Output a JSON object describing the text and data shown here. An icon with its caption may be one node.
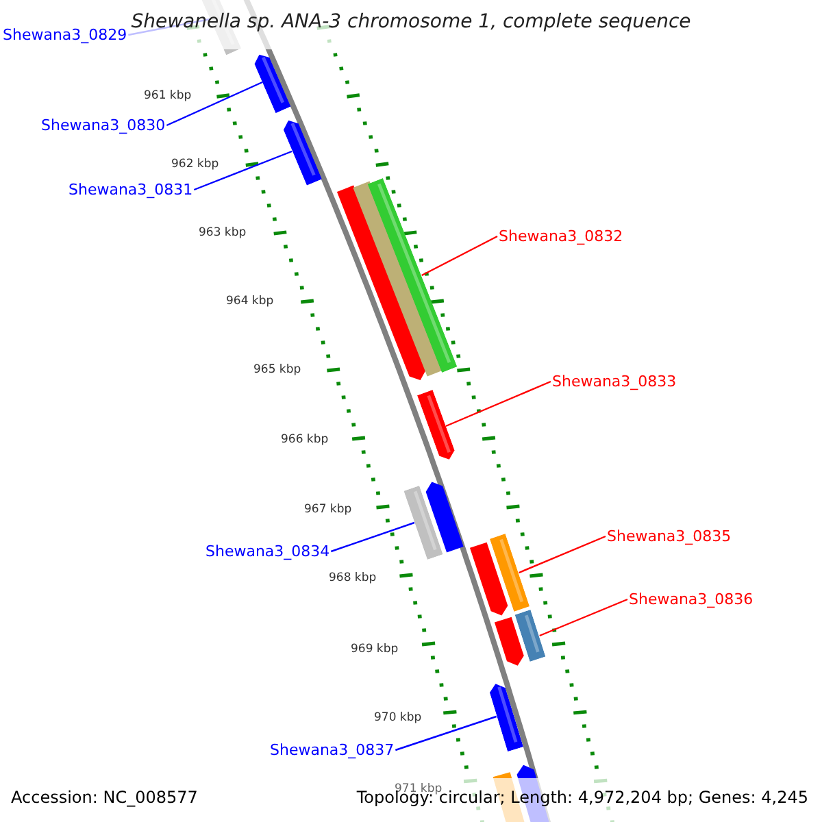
{
  "diagram": {
    "title": "Shewanella sp. ANA-3 chromosome 1, complete sequence",
    "nodes": [
      {
        "text": [
          "Shewana3_0829"
        ]
      },
      {
        "text": [],
        "shape": "bar"
      },
      {
        "text": [
          "Shewana3_0830"
        ]
      },
      {
        "text": [],
        "shape": "bar"
      },
      {
        "text": [
          "Shewana3_0831"
        ]
      },
      {
        "text": [],
        "shape": "bar"
      },
      {
        "text": [
          "Shewana3_0832"
        ]
      },
      {
        "text": [],
        "shape": "bar"
      },
      {
        "text": [
          "Shewana3_0833"
        ]
      },
      {
        "text": [],
        "shape": "bar"
      },
      {
        "text": [
          "Shewana3_0834"
        ]
      },
      {
        "text": [],
        "shape": "bar"
      },
      {
        "text": [
          "Shewana3_0835"
        ]
      },
      {
        "text": [],
        "shape": "bar"
      },
      {
        "text": [
          "Shewana3_0836"
        ]
      },
      {
        "text": [],
        "shape": "bar"
      },
      {
        "text": [
          "Shewana3_0837"
        ]
      },
      {
        "text": [],
        "shape": "bar"
      }
    ],
    "edges": [
      {
        "from": 0,
        "to": 1,
        "arrow": "none"
      },
      {
        "from": 2,
        "to": 3,
        "arrow": "none"
      },
      {
        "from": 4,
        "to": 5,
        "arrow": "none"
      },
      {
        "from": 6,
        "to": 7,
        "arrow": "none",
        "color": "#ff0000"
      },
      {
        "from": 8,
        "to": 9,
        "arrow": "none",
        "color": "#ff0000"
      },
      {
        "from": 10,
        "to": 11,
        "arrow": "none"
      },
      {
        "from": 12,
        "to": 13,
        "arrow": "none",
        "color": "#ff0000"
      },
      {
        "from": 14,
        "to": 15,
        "arrow": "none",
        "color": "#ff0000"
      },
      {
        "from": 16,
        "to": 17,
        "arrow": "none"
      }
    ],
    "labels": [
      "961 kbp",
      "962 kbp",
      "963 kbp",
      "964 kbp",
      "965 kbp",
      "966 kbp",
      "967 kbp",
      "968 kbp",
      "969 kbp",
      "970 kbp",
      "971 kbp",
      "Accession: NC_008577",
      "Topology: circular; Length: 4,972,204 bp; Genes: 4,245"
    ]
  }
}
